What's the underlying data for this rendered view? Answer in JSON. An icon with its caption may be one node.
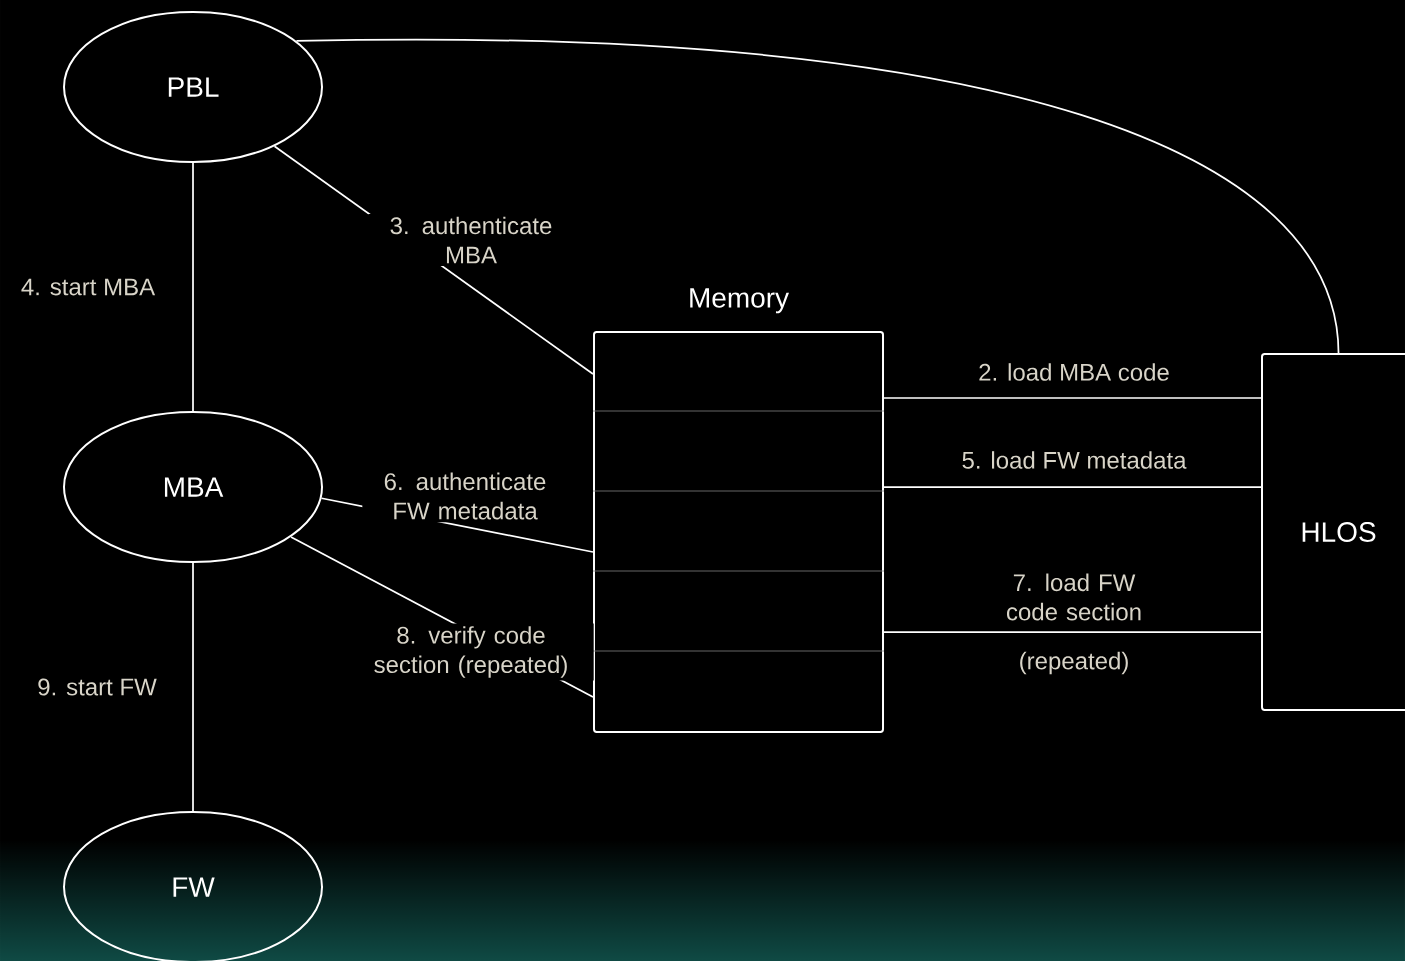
{
  "diagram": {
    "nodes": [
      {
        "text": [
          "PBL"
        ]
      },
      {
        "text": [
          "MBA"
        ]
      },
      {
        "text": [
          "FW"
        ]
      },
      {
        "text": [
          "Memory"
        ]
      },
      {
        "text": [
          "HLOS"
        ]
      }
    ],
    "edges": [
      {
        "from": 0,
        "to": 4,
        "arrow": "none"
      },
      {
        "from": 3,
        "to": 4,
        "arrow": "none",
        "label": "2. load MBA code"
      },
      {
        "from": 0,
        "to": 3,
        "arrow": "none",
        "label": "3. authenticate MBA"
      },
      {
        "from": 0,
        "to": 1,
        "arrow": "none",
        "label": "4. start MBA"
      },
      {
        "from": 3,
        "to": 4,
        "arrow": "none",
        "label": "5. load FW metadata"
      },
      {
        "from": 1,
        "to": 3,
        "arrow": "none",
        "label": "6. authenticate FW metadata"
      },
      {
        "from": 3,
        "to": 4,
        "arrow": "none",
        "label": "7. load FW code section"
      },
      {
        "from": 1,
        "to": 3,
        "arrow": "none",
        "label": "8. verify code section (repeated)"
      },
      {
        "from": 1,
        "to": 2,
        "arrow": "none",
        "label": "9. start FW"
      }
    ],
    "labels": [
      "(repeated)"
    ]
  }
}
